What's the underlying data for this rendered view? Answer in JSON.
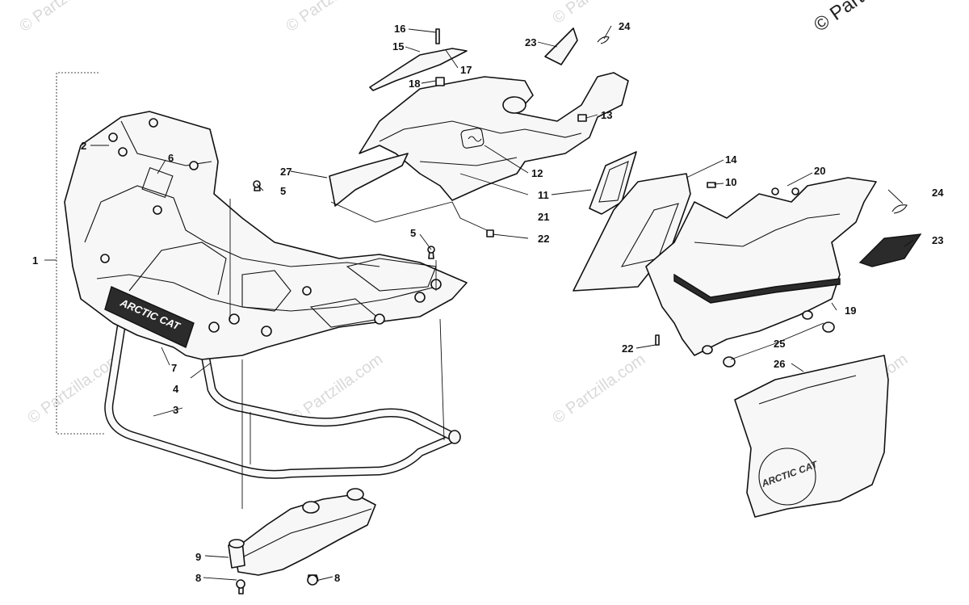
{
  "copyright": "© Partzilla",
  "watermark": "© Partzilla.com",
  "brand_text": "ARCTIC CAT",
  "callouts": [
    "1",
    "2",
    "3",
    "4",
    "5",
    "5",
    "6",
    "7",
    "8",
    "8",
    "9",
    "10",
    "11",
    "12",
    "13",
    "14",
    "15",
    "16",
    "17",
    "18",
    "19",
    "20",
    "21",
    "22",
    "22",
    "23",
    "23",
    "24",
    "24",
    "25",
    "26",
    "27"
  ]
}
